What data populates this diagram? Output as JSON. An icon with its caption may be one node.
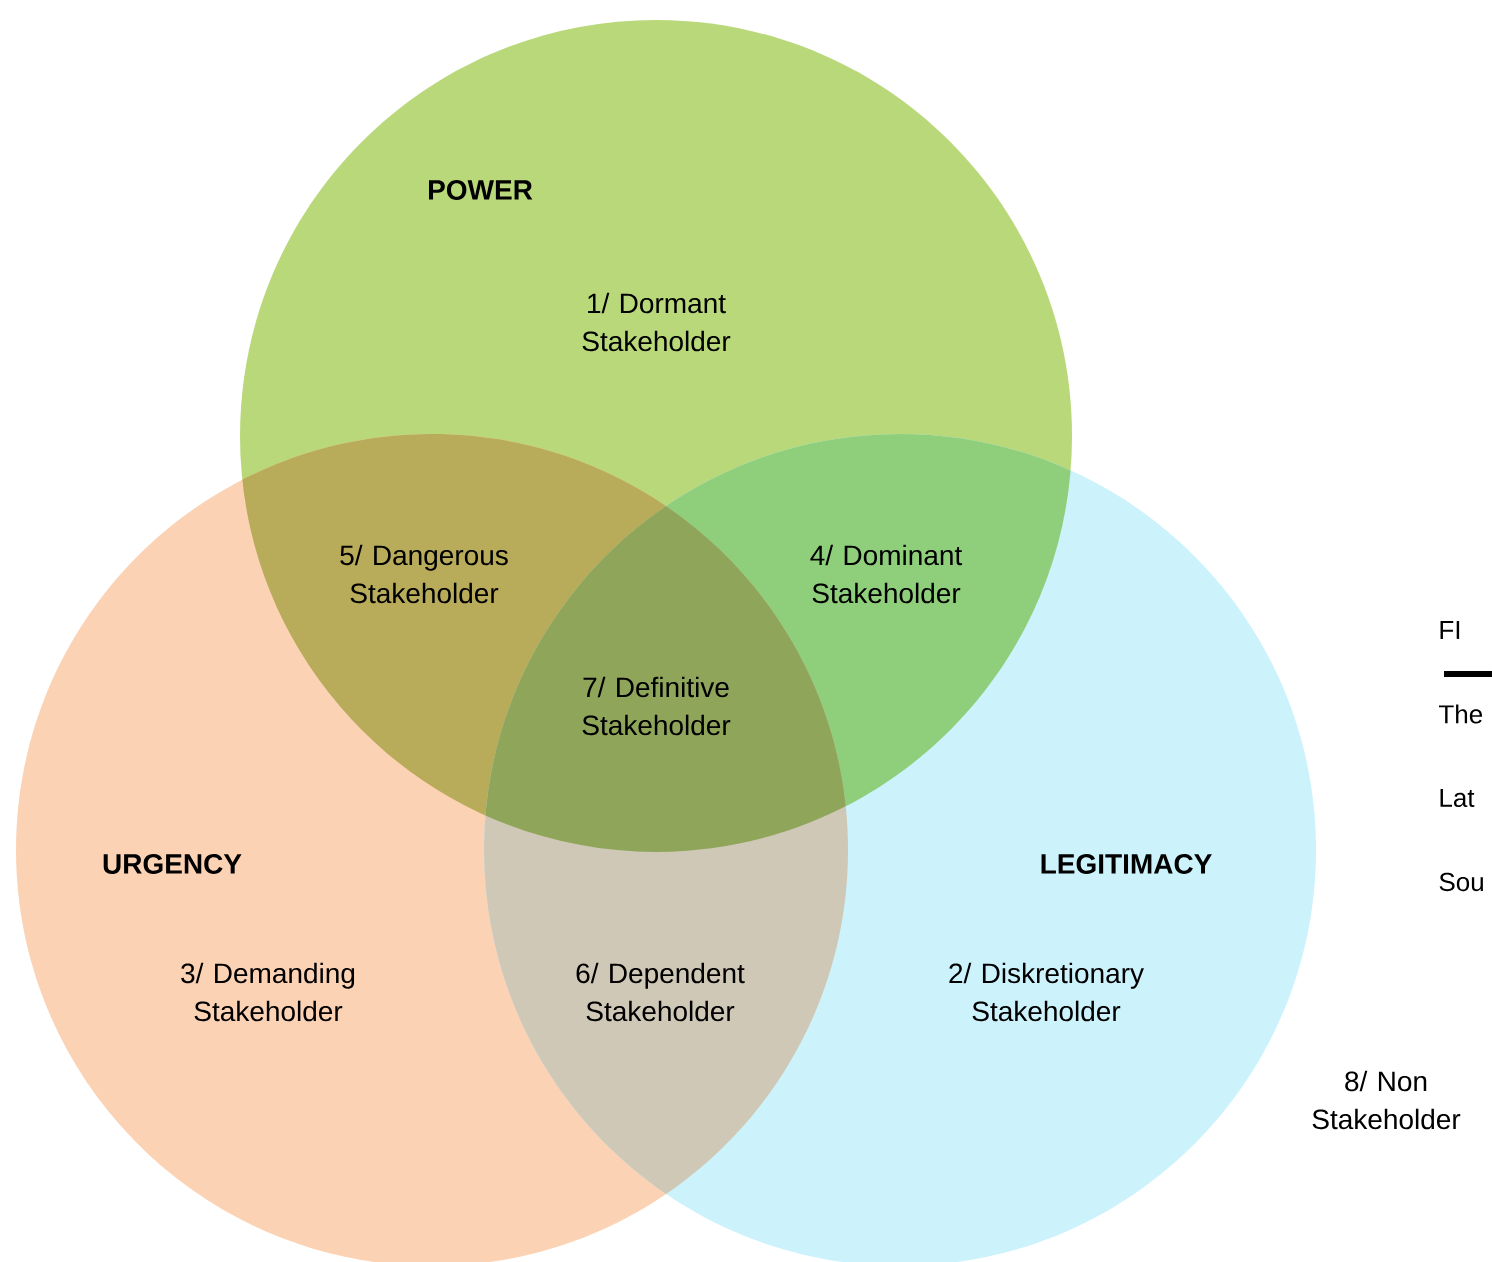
{
  "diagram": {
    "nodes": [
      {
        "text": [
          "POWER",
          "1/ Dormant Stakeholder"
        ]
      },
      {
        "text": [
          "URGENCY",
          "3/ Demanding Stakeholder"
        ]
      },
      {
        "text": [
          "LEGITIMACY",
          "2/ Diskretionary Stakeholder"
        ]
      }
    ],
    "labels": [
      "5/ Dangerous Stakeholder",
      "4/ Dominant Stakeholder",
      "FI",
      "7/ Definitive Stakeholder",
      "The",
      "Lat",
      "Sou",
      "6/ Dependent Stakeholder",
      "8/ Non Stakeholder"
    ]
  }
}
